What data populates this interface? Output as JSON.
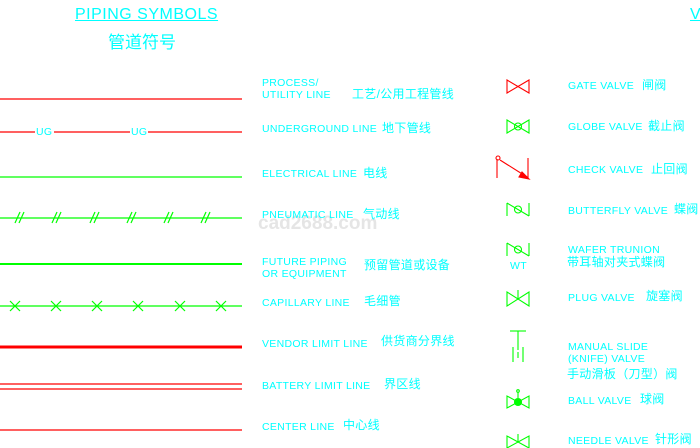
{
  "header": {
    "title": "PIPING SYMBOLS",
    "title_cn": "管道符号",
    "right_title_partial": "V"
  },
  "watermark": "cad2688.com",
  "colors": {
    "red": "#ff0000",
    "green": "#00ff00",
    "cyan": "#00ffff"
  },
  "lines": [
    {
      "en": "PROCESS/",
      "en2": "UTILITY LINE",
      "cn": "工艺/公用工程管线"
    },
    {
      "en": "UNDERGROUND LINE",
      "cn": "地下管线",
      "marker": "UG"
    },
    {
      "en": "ELECTRICAL LINE",
      "cn": "电线"
    },
    {
      "en": "PNEUMATIC LINE",
      "cn": "气动线"
    },
    {
      "en": "FUTURE PIPING",
      "en2": "OR EQUIPMENT",
      "cn": "预留管道或设备"
    },
    {
      "en": "CAPILLARY LINE",
      "cn": "毛细管"
    },
    {
      "en": "VENDOR LIMIT LINE",
      "cn": "供货商分界线"
    },
    {
      "en": "BATTERY LIMIT LINE",
      "cn": "界区线"
    },
    {
      "en": "CENTER LINE",
      "cn": "中心线"
    }
  ],
  "valves": [
    {
      "en": "GATE VALVE",
      "cn": "闸阀"
    },
    {
      "en": "GLOBE VALVE",
      "cn": "截止阀"
    },
    {
      "en": "CHECK VALVE",
      "cn": "止回阀"
    },
    {
      "en": "BUTTERFLY VALVE",
      "cn": "蝶阀"
    },
    {
      "en": "WAFER TRUNION",
      "cn": "带耳轴对夹式蝶阀",
      "symbol_label": "WT"
    },
    {
      "en": "PLUG VALVE",
      "cn": "旋塞阀"
    },
    {
      "en": "MANUAL SLIDE",
      "en2": "(KNIFE) VALVE",
      "cn": "手动滑板（刀型）阀"
    },
    {
      "en": "BALL VALVE",
      "cn": "球阀"
    },
    {
      "en": "NEEDLE VALVE",
      "cn": "针形阀"
    }
  ]
}
